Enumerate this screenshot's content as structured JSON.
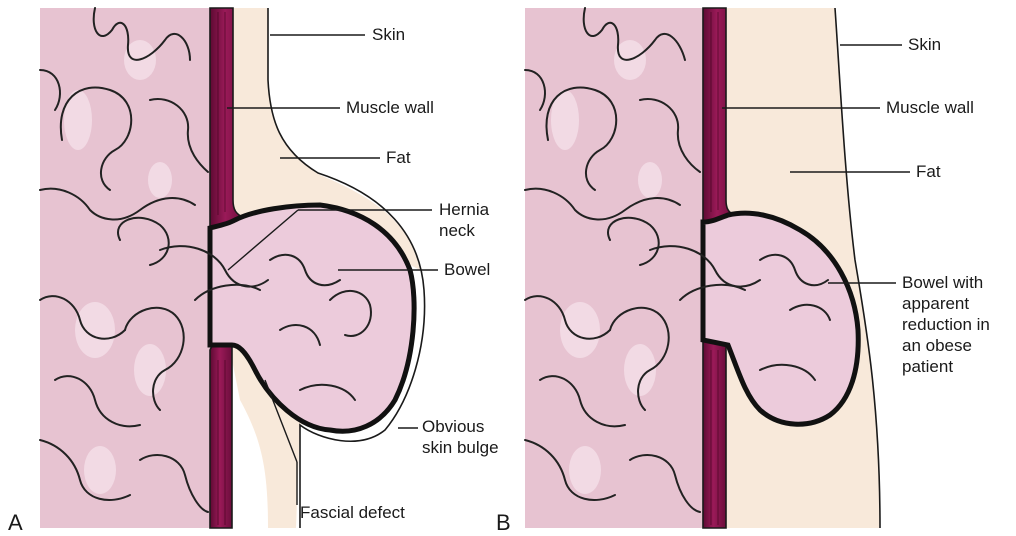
{
  "panels": [
    {
      "letter": "A",
      "labels": {
        "skin": "Skin",
        "muscle": "Muscle wall",
        "fat": "Fat",
        "neck": [
          "Hernia",
          "neck"
        ],
        "bowel": "Bowel",
        "bulge": [
          "Obvious",
          "skin bulge"
        ],
        "fascial": "Fascial defect"
      }
    },
    {
      "letter": "B",
      "labels": {
        "skin": "Skin",
        "muscle": "Muscle wall",
        "fat": "Fat",
        "bowel": [
          "Bowel with",
          "apparent",
          "reduction in",
          "an obese",
          "patient"
        ]
      }
    }
  ],
  "colors": {
    "bowel_background": "#e7c3d1",
    "bowel_hernia": "#eccbdb",
    "muscle": "#8f1650",
    "fat": "#f8e9da",
    "outline": "#1a1a1a"
  }
}
